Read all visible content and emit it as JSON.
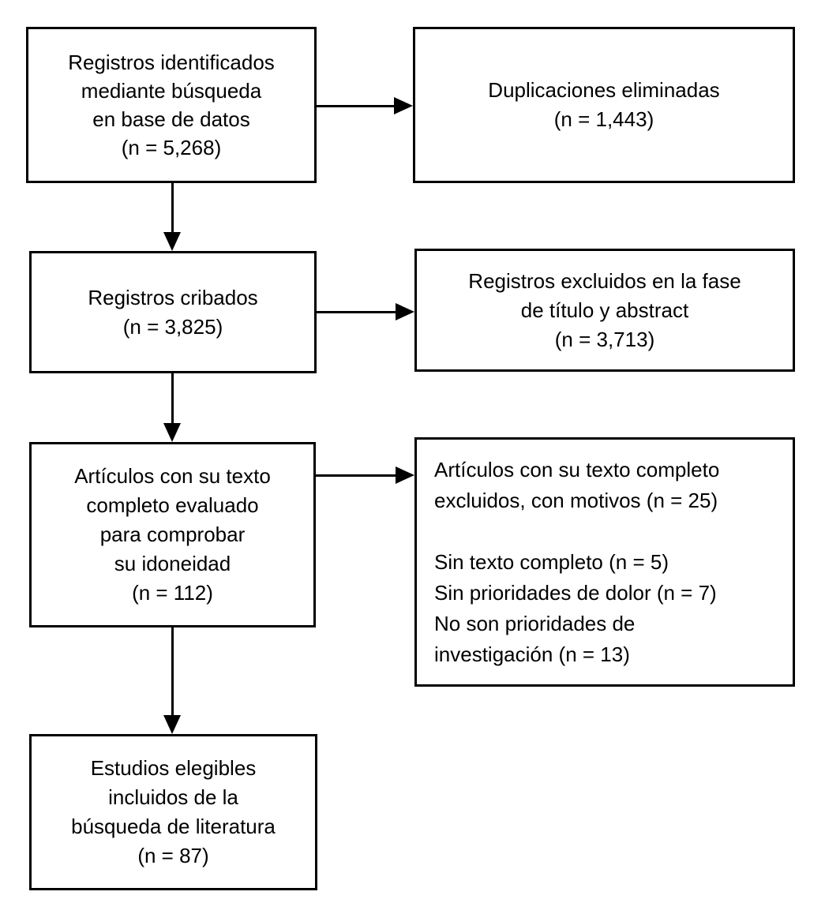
{
  "diagram": {
    "type": "flowchart",
    "style": "prisma-flow",
    "language": "es",
    "colors": {
      "background": "#ffffff",
      "border": "#000000",
      "text": "#000000",
      "arrow": "#000000"
    },
    "boxes": [
      {
        "id": "records-identified",
        "n": "5,268",
        "lines": [
          "Registros identificados",
          "mediante búsqueda",
          "en base de datos",
          "(n = 5,268)"
        ]
      },
      {
        "id": "duplicates-removed",
        "n": "1,443",
        "lines": [
          "Duplicaciones eliminadas",
          "(n = 1,443)"
        ]
      },
      {
        "id": "records-screened",
        "n": "3,825",
        "lines": [
          "Registros cribados",
          "(n = 3,825)"
        ]
      },
      {
        "id": "records-excluded-title-abstract",
        "n": "3,713",
        "lines": [
          "Registros excluidos en la fase",
          "de título y abstract",
          "(n = 3,713)"
        ]
      },
      {
        "id": "fulltext-assessed",
        "n": "112",
        "lines": [
          "Artículos con su texto",
          "completo evaluado",
          "para comprobar",
          "su idoneidad",
          "(n = 112)"
        ]
      },
      {
        "id": "fulltext-excluded",
        "n": "25",
        "lines": [
          "Artículos con su texto completo",
          "excluidos, con motivos (n = 25)",
          "",
          "Sin texto completo (n = 5)",
          "Sin prioridades de dolor (n = 7)",
          "No son prioridades de",
          "investigación (n = 13)"
        ]
      },
      {
        "id": "studies-included",
        "n": "87",
        "lines": [
          "Estudios elegibles",
          "incluidos de la",
          "búsqueda de literatura",
          "(n = 87)"
        ]
      }
    ],
    "connections": [
      {
        "from": "records-identified",
        "to": "duplicates-removed",
        "direction": "right"
      },
      {
        "from": "records-identified",
        "to": "records-screened",
        "direction": "down"
      },
      {
        "from": "records-screened",
        "to": "records-excluded-title-abstract",
        "direction": "right"
      },
      {
        "from": "records-screened",
        "to": "fulltext-assessed",
        "direction": "down"
      },
      {
        "from": "fulltext-assessed",
        "to": "fulltext-excluded",
        "direction": "right"
      },
      {
        "from": "fulltext-assessed",
        "to": "studies-included",
        "direction": "down"
      }
    ]
  }
}
